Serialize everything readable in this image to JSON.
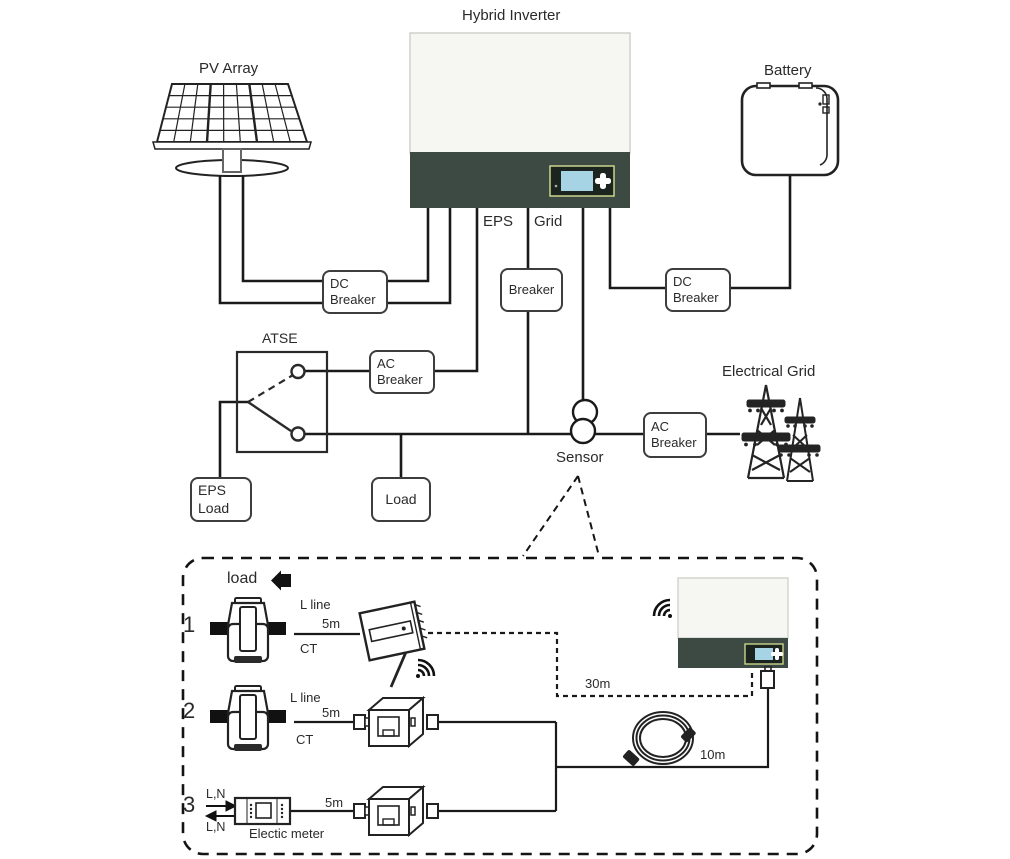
{
  "diagram": {
    "title": "Hybrid Inverter",
    "pv_array": "PV Array",
    "battery": "Battery",
    "eps_port": "EPS",
    "grid_port": "Grid",
    "atse": "ATSE",
    "electrical_grid": "Electrical Grid",
    "sensor": "Sensor",
    "dc_breaker_pv": "DC Breaker",
    "dc_breaker_battery": "DC Breaker",
    "grid_breaker": "Breaker",
    "ac_breaker_eps": "AC Breaker",
    "ac_breaker_grid": "AC Breaker",
    "eps_load": "EPS Load",
    "load": "Load"
  },
  "detail": {
    "load_label": "load",
    "rows": [
      {
        "num": "1",
        "line": "L line",
        "device": "CT",
        "length": "5m"
      },
      {
        "num": "2",
        "line": "L line",
        "device": "CT",
        "length": "5m"
      },
      {
        "num": "3",
        "line_in": "L,N",
        "line_out": "L,N",
        "device": "Electic meter",
        "length": "5m"
      }
    ],
    "wireless_length": "30m",
    "cable_length": "10m"
  },
  "colors": {
    "inverter_panel": "#3d4a44",
    "display_screen": "#a6d4e4",
    "display_frame": "#c9d48b",
    "wire": "#1a1a1a"
  }
}
